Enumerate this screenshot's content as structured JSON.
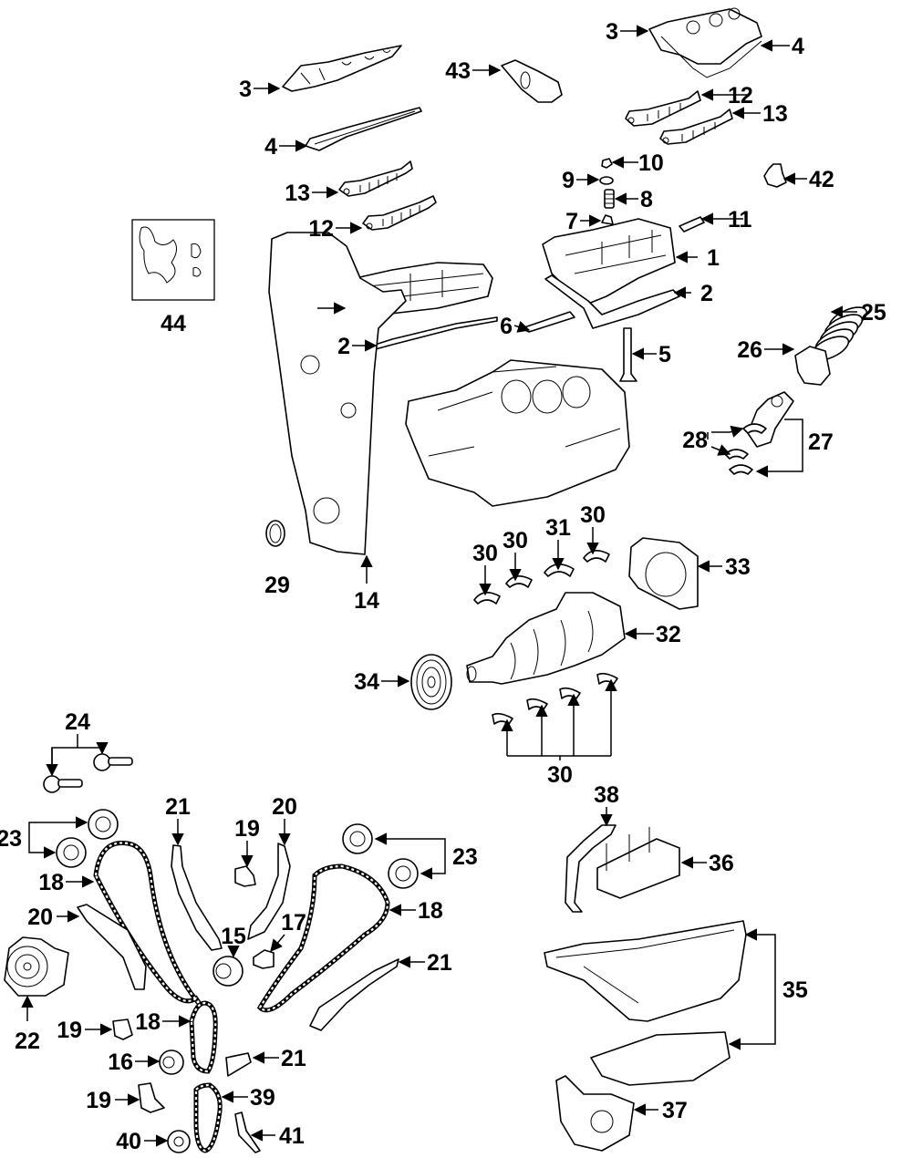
{
  "diagram": {
    "type": "exploded-parts-view",
    "subject": "engine",
    "callouts": [
      {
        "id": "c3a",
        "label": "3",
        "part": "valve-cover"
      },
      {
        "id": "c4a",
        "label": "4",
        "part": "valve-cover-gasket"
      },
      {
        "id": "c13a",
        "label": "13",
        "part": "camshaft"
      },
      {
        "id": "c12a",
        "label": "12",
        "part": "camshaft"
      },
      {
        "id": "c43",
        "label": "43",
        "part": "rocker-arm"
      },
      {
        "id": "c3b",
        "label": "3",
        "part": "valve-cover"
      },
      {
        "id": "c4b",
        "label": "4",
        "part": "valve-cover-gasket"
      },
      {
        "id": "c12b",
        "label": "12",
        "part": "camshaft"
      },
      {
        "id": "c13b",
        "label": "13",
        "part": "camshaft"
      },
      {
        "id": "c10",
        "label": "10",
        "part": "valve-keeper"
      },
      {
        "id": "c9",
        "label": "9",
        "part": "valve-spring-retainer"
      },
      {
        "id": "c8",
        "label": "8",
        "part": "valve-spring"
      },
      {
        "id": "c7",
        "label": "7",
        "part": "valve-seal"
      },
      {
        "id": "c11",
        "label": "11",
        "part": "valve-guide"
      },
      {
        "id": "c42",
        "label": "42",
        "part": "lash-adjuster"
      },
      {
        "id": "c44",
        "label": "44",
        "part": "gasket-kit"
      },
      {
        "id": "c1",
        "label": "1",
        "part": "cylinder-head"
      },
      {
        "id": "c2a",
        "label": "2",
        "part": "head-gasket"
      },
      {
        "id": "c2b",
        "label": "2",
        "part": "head-gasket"
      },
      {
        "id": "c6",
        "label": "6",
        "part": "intake-valve"
      },
      {
        "id": "c5",
        "label": "5",
        "part": "exhaust-valve"
      },
      {
        "id": "c25",
        "label": "25",
        "part": "piston-rings"
      },
      {
        "id": "c26",
        "label": "26",
        "part": "piston"
      },
      {
        "id": "c28",
        "label": "28",
        "part": "rod-bearings"
      },
      {
        "id": "c27",
        "label": "27",
        "part": "connecting-rod"
      },
      {
        "id": "c29",
        "label": "29",
        "part": "front-seal"
      },
      {
        "id": "c14",
        "label": "14",
        "part": "timing-cover"
      },
      {
        "id": "c30a",
        "label": "30",
        "part": "main-bearing"
      },
      {
        "id": "c30b",
        "label": "30",
        "part": "main-bearing"
      },
      {
        "id": "c31",
        "label": "31",
        "part": "thrust-bearing"
      },
      {
        "id": "c30c",
        "label": "30",
        "part": "main-bearing"
      },
      {
        "id": "c33",
        "label": "33",
        "part": "rear-main-seal"
      },
      {
        "id": "c32",
        "label": "32",
        "part": "crankshaft"
      },
      {
        "id": "c34",
        "label": "34",
        "part": "harmonic-balancer"
      },
      {
        "id": "c30d",
        "label": "30",
        "part": "main-bearings"
      },
      {
        "id": "c24",
        "label": "24",
        "part": "camshaft-bolts"
      },
      {
        "id": "c23a",
        "label": "23",
        "part": "cam-phasers"
      },
      {
        "id": "c21a",
        "label": "21",
        "part": "timing-guide"
      },
      {
        "id": "c20a",
        "label": "20",
        "part": "chain-guide"
      },
      {
        "id": "c19a",
        "label": "19",
        "part": "chain-tensioner"
      },
      {
        "id": "c23b",
        "label": "23",
        "part": "cam-phasers"
      },
      {
        "id": "c18a",
        "label": "18",
        "part": "timing-chain"
      },
      {
        "id": "c20b",
        "label": "20",
        "part": "chain-guide"
      },
      {
        "id": "c15",
        "label": "15",
        "part": "crank-sprocket"
      },
      {
        "id": "c17",
        "label": "17",
        "part": "idler-shaft"
      },
      {
        "id": "c18b",
        "label": "18",
        "part": "timing-chain"
      },
      {
        "id": "c21b",
        "label": "21",
        "part": "timing-guide"
      },
      {
        "id": "c22",
        "label": "22",
        "part": "water-pump"
      },
      {
        "id": "c19b",
        "label": "19",
        "part": "chain-tensioner"
      },
      {
        "id": "c18c",
        "label": "18",
        "part": "timing-chain"
      },
      {
        "id": "c16",
        "label": "16",
        "part": "idler-sprocket"
      },
      {
        "id": "c21c",
        "label": "21",
        "part": "timing-guide"
      },
      {
        "id": "c19c",
        "label": "19",
        "part": "chain-tensioner"
      },
      {
        "id": "c39",
        "label": "39",
        "part": "oil-pump-chain"
      },
      {
        "id": "c40",
        "label": "40",
        "part": "oil-pump-sprocket"
      },
      {
        "id": "c41",
        "label": "41",
        "part": "chain-guide"
      },
      {
        "id": "c38",
        "label": "38",
        "part": "dipstick-tube"
      },
      {
        "id": "c36",
        "label": "36",
        "part": "windage-tray"
      },
      {
        "id": "c35",
        "label": "35",
        "part": "oil-pan"
      },
      {
        "id": "c37",
        "label": "37",
        "part": "oil-pump"
      }
    ]
  }
}
